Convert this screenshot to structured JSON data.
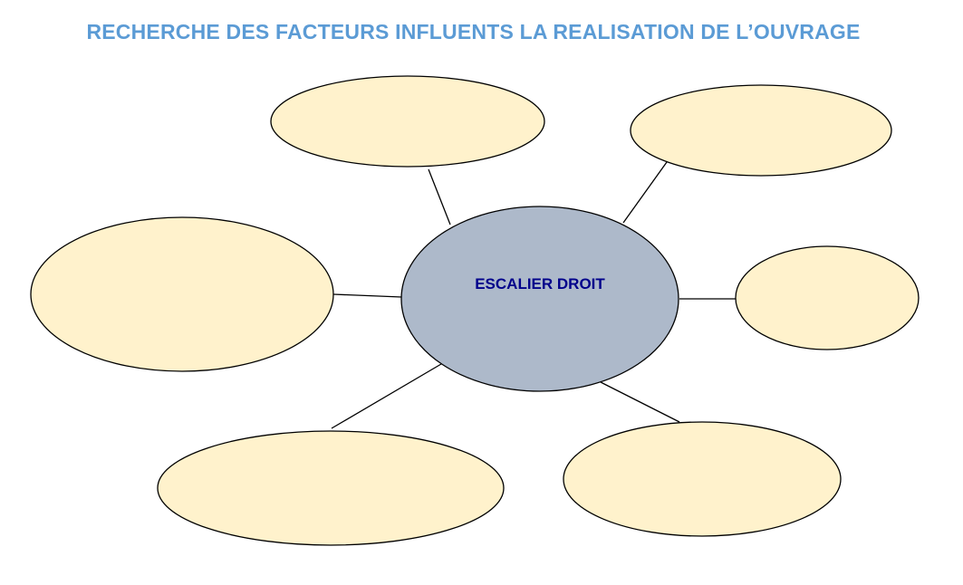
{
  "title": "RECHERCHE DES FACTEURS INFLUENTS LA REALISATION DE L’OUVRAGE",
  "center_node": {
    "label": "ESCALIER DROIT",
    "fill": "#adb9ca",
    "text_color": "#00008b"
  },
  "outer_nodes": [
    {
      "id": "top",
      "label": ""
    },
    {
      "id": "top-right",
      "label": ""
    },
    {
      "id": "left",
      "label": ""
    },
    {
      "id": "right",
      "label": ""
    },
    {
      "id": "bottom-left",
      "label": ""
    },
    {
      "id": "bottom-right",
      "label": ""
    }
  ],
  "colors": {
    "outer_fill": "#fff2cc",
    "stroke": "#000000",
    "title": "#5b9bd5"
  }
}
